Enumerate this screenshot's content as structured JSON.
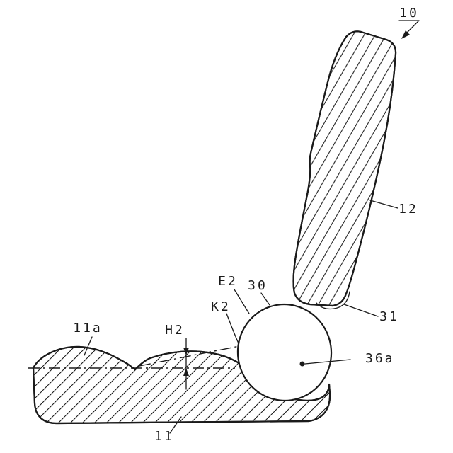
{
  "figure": {
    "background": "#ffffff",
    "line_color": "#1a1a1a",
    "labels": {
      "ref_10": "10",
      "ref_12": "12",
      "ref_31": "31",
      "ref_30": "30",
      "ref_36a": "36a",
      "ref_11a": "11a",
      "ref_11": "11",
      "ref_e2": "E2",
      "ref_k2": "K2",
      "ref_h2": "H2"
    }
  }
}
